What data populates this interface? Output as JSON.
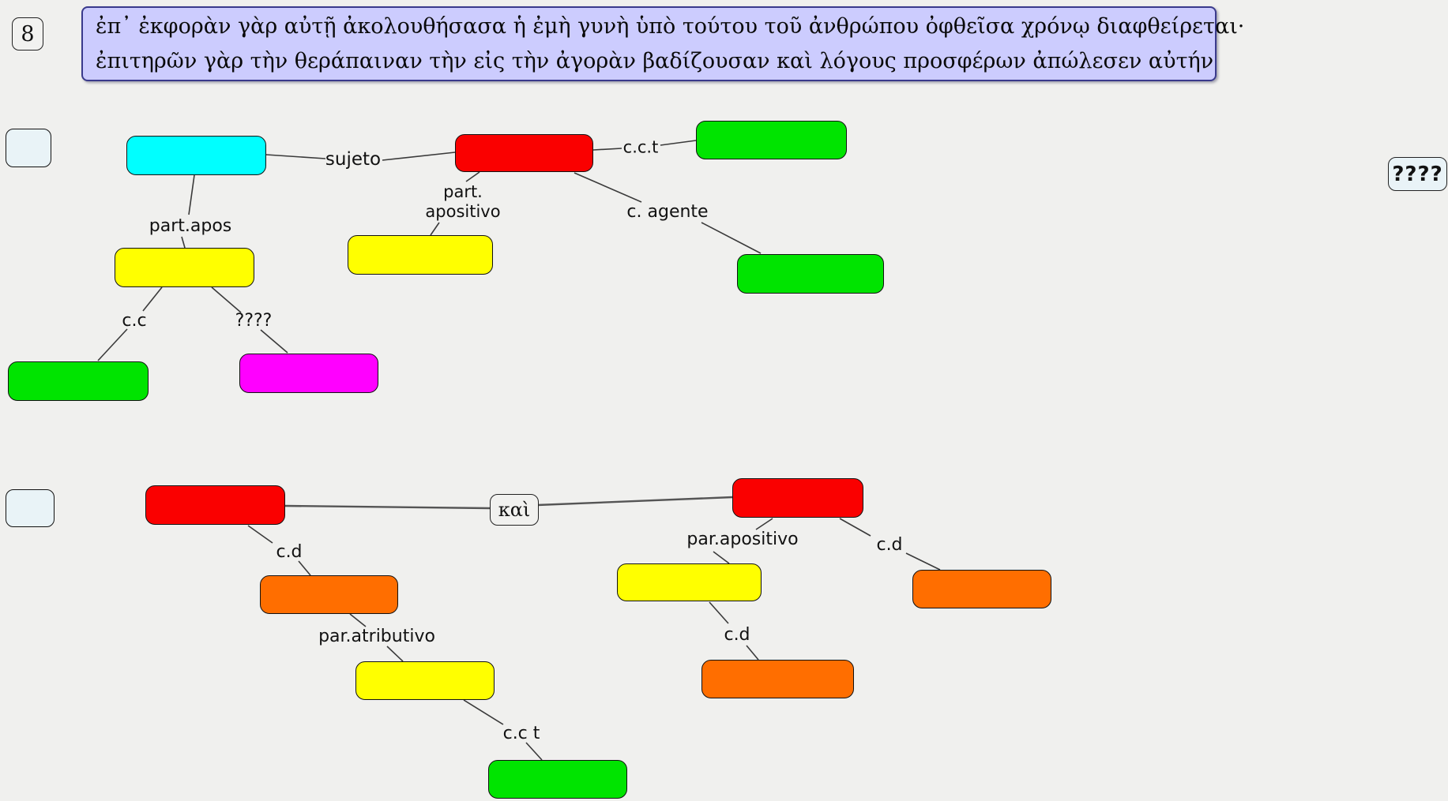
{
  "header": {
    "number_label": "8",
    "sentence": {
      "line1": "ἐπ᾽ ἐκφορὰν γὰρ αὐτῇ ἀκολουθήσασα ἡ ἐμὴ γυνὴ ὑπὸ τούτου τοῦ ἀνθρώπου ὀφθεῖσα χρόνῳ διαφθείρεται·",
      "line2": "ἐπιτηρῶν γὰρ τὴν θεράπαιναν τὴν εἰς τὴν ἀγορὰν βαδίζουσαν καὶ λόγους προσφέρων ἀπώλεσεν αὐτήν"
    }
  },
  "palette": {
    "background": "#f0f0ee",
    "sentence_fill": "#ccccfe",
    "verb_red": "#fa0000",
    "subject_cyan": "#00ffff",
    "participle_yellow": "#ffff00",
    "complement_green": "#00e400",
    "object_orange": "#ff6e00",
    "unknown_magenta": "#ff00ff",
    "empty_slot_fill": "#e9f3f7"
  },
  "tree1": {
    "edge_labels": {
      "sujeto": "sujeto",
      "cct": "c.c.t",
      "part_apos": "part.apos",
      "part_apositivo_line1": "part.",
      "part_apositivo_line2": "apositivo",
      "c_agente": "c. agente",
      "cc": "c.c",
      "unknown": "????"
    }
  },
  "tree2": {
    "conjunction": "καὶ",
    "edge_labels": {
      "cd_left": "c.d",
      "par_atributivo": "par.atributivo",
      "cc_t": "c.c t",
      "par_apositivo": "par.apositivo",
      "cd_mid": "c.d",
      "cd_right": "c.d"
    }
  },
  "unknown_box_label": "????"
}
